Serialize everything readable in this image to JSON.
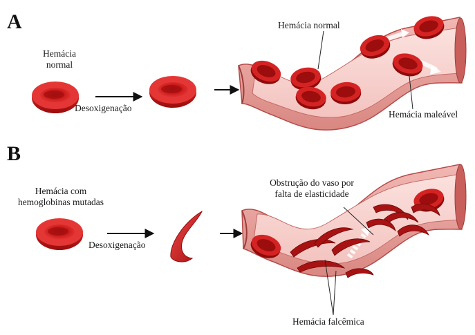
{
  "panel_a": {
    "letter": "A",
    "normal_cell_label_line1": "Hemácia",
    "normal_cell_label_line2": "normal",
    "deoxygenation": "Desoxigenação",
    "vessel_normal_label": "Hemácia normal",
    "vessel_malleable_label": "Hemácia maleável"
  },
  "panel_b": {
    "letter": "B",
    "mutated_cell_label_line1": "Hemácia com",
    "mutated_cell_label_line2": "hemoglobinas mutadas",
    "deoxygenation": "Desoxigenação",
    "obstruction_label_line1": "Obstrução do vaso por",
    "obstruction_label_line2": "falta de elasticidade",
    "sickle_label": "Hemácia falcêmica"
  },
  "colors": {
    "cell_red": "#d42020",
    "cell_dark": "#8e0e0e",
    "vessel_outer": "#e8a3a3",
    "vessel_inner": "#f7d3d0",
    "vessel_edge": "#b54b4b"
  }
}
